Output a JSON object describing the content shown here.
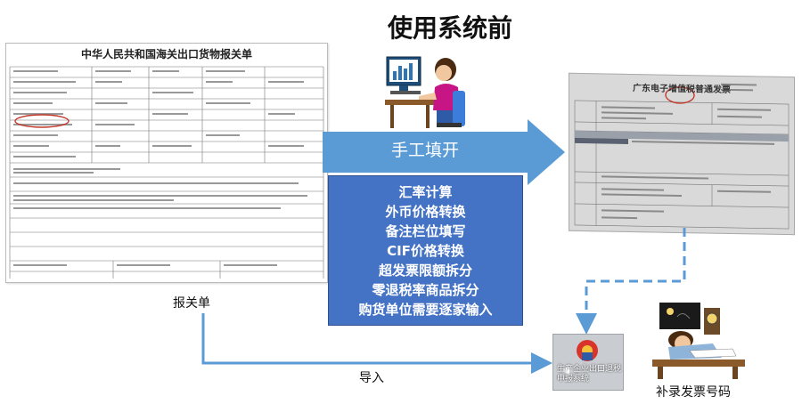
{
  "title": "使用系统前",
  "customs_document": {
    "heading": "中华人民共和国海关出口货物报关单",
    "label": "报关单"
  },
  "arrow_label": "手工填开",
  "tasks": [
    "汇率计算",
    "外币价格转换",
    "备注栏位填写",
    "CIF价格转换",
    "超发票限额拆分",
    "零退税率商品拆分",
    "购货单位需要逐家输入"
  ],
  "invoice": {
    "heading": "广东电子增值税普通发票"
  },
  "import_label": "导入",
  "system_icon_label": "生产企业出口退税申报系统",
  "record_label": "补录发票号码",
  "colors": {
    "arrow": "#5b9bd5",
    "task_box": "#4472c4",
    "stamp": "#c0392b"
  }
}
